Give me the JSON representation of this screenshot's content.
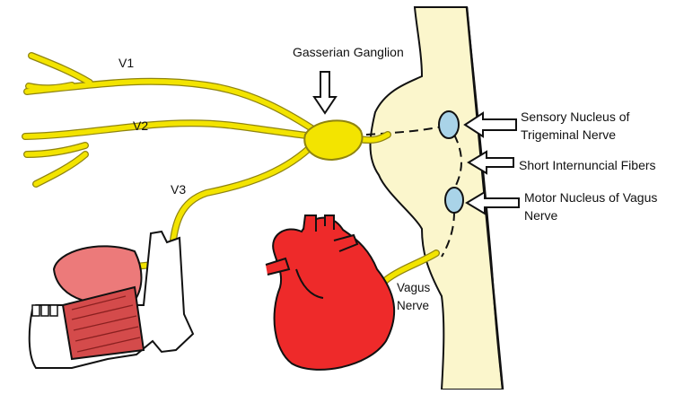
{
  "labels": {
    "ganglion": "Gasserian Ganglion",
    "v1": "V1",
    "v2": "V2",
    "v3": "V3",
    "sensory_nucleus_line1": "Sensory Nucleus of",
    "sensory_nucleus_line2": "Trigeminal Nerve",
    "internuncial": "Short Internuncial Fibers",
    "motor_nucleus_line1": "Motor Nucleus of Vagus",
    "motor_nucleus_line2": "Nerve",
    "vagus_line1": "Vagus",
    "vagus_line2": "Nerve"
  },
  "colors": {
    "nerve": "#f3e400",
    "nerve_outline": "#a89a10",
    "brainstem": "#fbf6cc",
    "nucleus": "#a9d3e8",
    "heart": "#ee2a2a",
    "muscle": "#d44b4b",
    "muscle_light": "#ec7a7a"
  }
}
